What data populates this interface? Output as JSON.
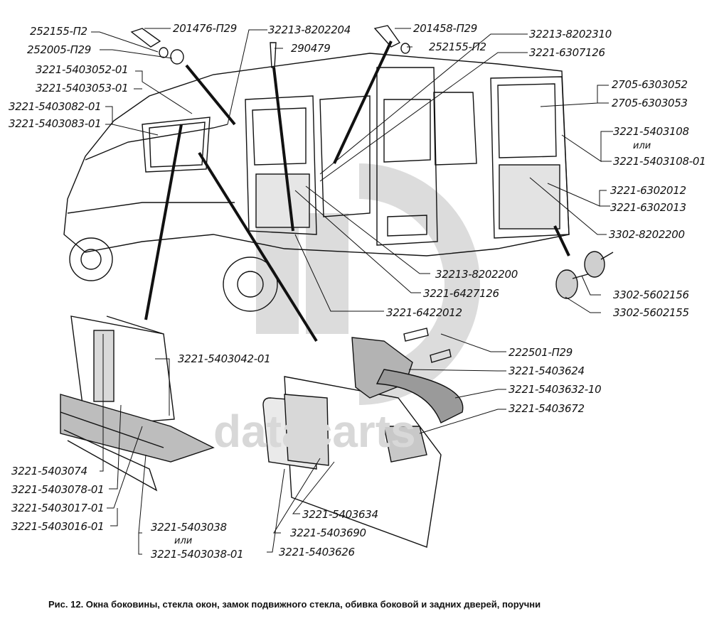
{
  "figure": {
    "caption": "Рис. 12. Окна боковины, стекла окон, замок подвижного стекла, обивка боковой и задних дверей, поручни",
    "watermark": "datacarts",
    "or_word": "или"
  },
  "labels": {
    "top_left": [
      "252155-П2",
      "201476-П29",
      "252005-П29",
      "3221-5403052-01",
      "3221-5403053-01",
      "3221-5403082-01",
      "3221-5403083-01"
    ],
    "top_center": [
      "32213-8202204",
      "290479",
      "201458-П29",
      "252155-П2",
      "32213-8202310",
      "3221-6307126"
    ],
    "right": [
      "2705-6303052",
      "2705-6303053",
      "3221-5403108",
      "3221-5403108-01",
      "3221-6302012",
      "3221-6302013",
      "3302-8202200",
      "3302-5602156",
      "3302-5602155"
    ],
    "center": [
      "32213-8202200",
      "3221-6427126",
      "3221-6422012"
    ],
    "lock_detail": [
      "222501-П29",
      "3221-5403624",
      "3221-5403632-10",
      "3221-5403672",
      "3221-5403634",
      "3221-5403690",
      "3221-5403626"
    ],
    "glass_detail": [
      "3221-5403042-01",
      "3221-5403074",
      "3221-5403078-01",
      "3221-5403017-01",
      "3221-5403016-01",
      "3221-5403038",
      "3221-5403038-01"
    ]
  }
}
